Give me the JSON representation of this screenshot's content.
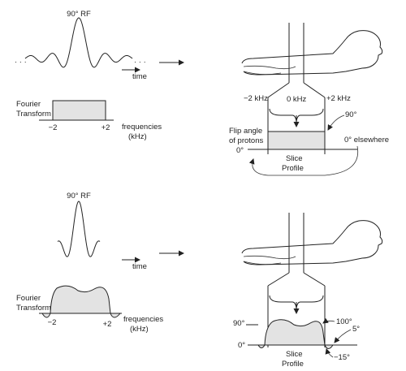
{
  "top": {
    "rf_title": "90° RF",
    "dots_left": "· · ·",
    "dots_right": "· · ·",
    "time_label": "time",
    "ft_label_line1": "Fourier",
    "ft_label_line2": "Transform",
    "freq_minus": "−2",
    "freq_plus": "+2",
    "freq_label_line1": "frequencies",
    "freq_label_line2": "(kHz)",
    "khz_minus": "−2 kHz",
    "khz_zero": "0 kHz",
    "khz_plus": "+2 kHz",
    "angle_90": "90°",
    "flip_line1": "Flip angle",
    "flip_line2": "of protons",
    "angle_0": "0°",
    "elsewhere": "0° elsewhere",
    "slice_line1": "Slice",
    "slice_line2": "Profile"
  },
  "bottom": {
    "rf_title": "90° RF",
    "time_label": "time",
    "ft_label_line1": "Fourier",
    "ft_label_line2": "Transform",
    "freq_minus": "−2",
    "freq_plus": "+2",
    "freq_label_line1": "frequencies",
    "freq_label_line2": "(kHz)",
    "angle_90": "90°",
    "angle_100": "100°",
    "angle_5": "5°",
    "angle_0": "0°",
    "angle_minus15": "−15°",
    "slice_line1": "Slice",
    "slice_line2": "Profile"
  }
}
